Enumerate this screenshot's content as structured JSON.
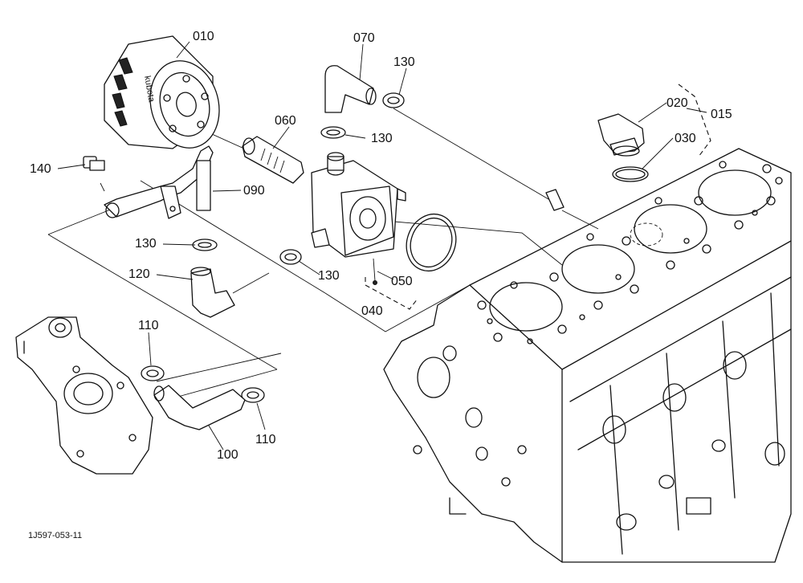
{
  "labels": {
    "p010": "010",
    "p070": "070",
    "p130a": "130",
    "p020": "020",
    "p015": "015",
    "p060": "060",
    "p130b": "130",
    "p030": "030",
    "p140": "140",
    "p090": "090",
    "p130c": "130",
    "p120": "120",
    "p130d": "130",
    "p050": "050",
    "p040": "040",
    "p110a": "110",
    "p110b": "110",
    "p100": "100"
  },
  "filter_brand": "kubota",
  "drawing_code": "1J597-053-11"
}
